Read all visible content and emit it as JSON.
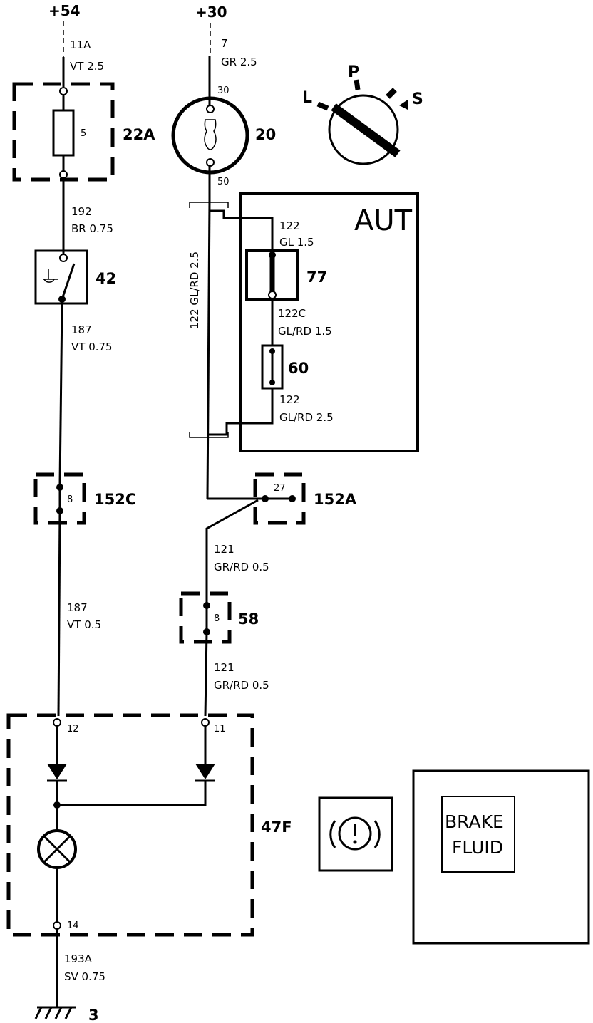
{
  "supplies": {
    "left": "+54",
    "right": "+30"
  },
  "wires": {
    "w11a": [
      "11A",
      "VT 2.5"
    ],
    "w7": [
      "7",
      "GR 2.5"
    ],
    "w192": [
      "192",
      "BR 0.75"
    ],
    "w187a": [
      "187",
      "VT 0.75"
    ],
    "w187b": [
      "187",
      "VT 0.5"
    ],
    "w122v": "122 GL/RD 2.5",
    "w122a": [
      "122",
      "GL 1.5"
    ],
    "w122c": [
      "122C",
      "GL/RD 1.5"
    ],
    "w122b": [
      "122",
      "GL/RD 2.5"
    ],
    "w121a": [
      "121",
      "GR/RD 0.5"
    ],
    "w121b": [
      "121",
      "GR/RD 0.5"
    ],
    "w193a": [
      "193A",
      "SV 0.75"
    ]
  },
  "components": {
    "fuse_22a": {
      "id": "22A",
      "fuse_no": "5"
    },
    "ignition_20": {
      "id": "20",
      "pin_top": "30",
      "pin_bottom": "50"
    },
    "switch_42": {
      "id": "42"
    },
    "aut_box": {
      "label": "AUT"
    },
    "relay_77": {
      "id": "77"
    },
    "comp_60": {
      "id": "60"
    },
    "conn_152c": {
      "id": "152C",
      "pin": "8"
    },
    "conn_152a": {
      "id": "152A",
      "pin": "27"
    },
    "conn_58": {
      "id": "58",
      "pin": "8"
    },
    "lamp_47f": {
      "id": "47F",
      "pin_left": "12",
      "pin_right": "11",
      "pin_bottom": "14"
    },
    "ground": {
      "id": "3"
    }
  },
  "key_positions": {
    "l": "L",
    "p": "P",
    "s": "S"
  },
  "brake_fluid": {
    "line1": "BRAKE",
    "line2": "FLUID"
  }
}
